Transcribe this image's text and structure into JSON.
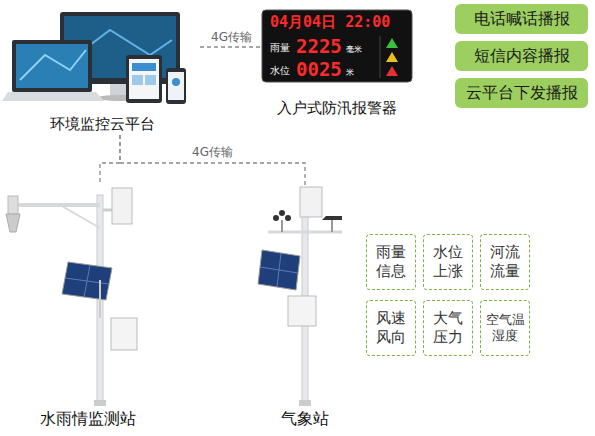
{
  "diagram": {
    "nodes": [
      {
        "text": [
          "环境监控云平台"
        ]
      },
      {
        "text": [
          "04月04日 22:00",
          "雨量",
          "2225",
          "毫米",
          "水位",
          "0025",
          "米",
          "入户式防汛报警器"
        ]
      },
      {
        "text": [
          "电话喊话播报"
        ]
      },
      {
        "text": [
          "短信内容播报"
        ]
      },
      {
        "text": [
          "云平台下发播报"
        ]
      },
      {
        "text": [
          "水雨情监测站"
        ]
      },
      {
        "text": [
          "气象站"
        ]
      },
      {
        "text": [
          "雨量信息"
        ]
      },
      {
        "text": [
          "水位上涨"
        ]
      },
      {
        "text": [
          "河流流量"
        ]
      },
      {
        "text": [
          "风速风向"
        ]
      },
      {
        "text": [
          "大气压力"
        ]
      },
      {
        "text": [
          "空气温湿度"
        ]
      }
    ],
    "edges": [
      {
        "from": 0,
        "to": 1,
        "label": "4G传输",
        "arrow": "none"
      },
      {
        "from": 0,
        "to": 5,
        "arrow": "none"
      },
      {
        "from": 0,
        "to": 6,
        "label": "4G传输",
        "arrow": "none"
      }
    ]
  }
}
